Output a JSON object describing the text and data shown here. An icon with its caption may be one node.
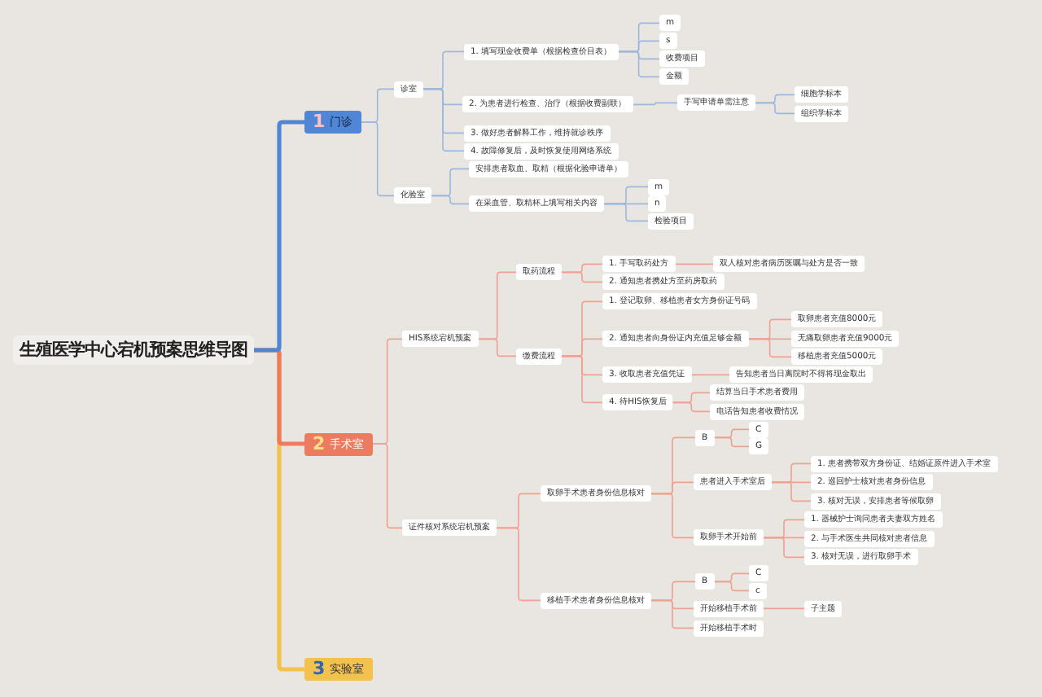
{
  "diagram": {
    "nodes": [
      {
        "text": [
          "生殖医学中心宕机预案思维导图"
        ]
      },
      {
        "text": [
          "1",
          "门诊"
        ]
      },
      {
        "text": [
          "诊室"
        ]
      },
      {
        "text": [
          "1. 填写现金收费单（根据检查价目表）"
        ]
      },
      {
        "text": [
          "m"
        ]
      },
      {
        "text": [
          "s"
        ]
      },
      {
        "text": [
          "收费项目"
        ]
      },
      {
        "text": [
          "金额"
        ]
      },
      {
        "text": [
          "2. 为患者进行检查、治疗（根据收费副联）"
        ]
      },
      {
        "text": [
          "手写申请单需注意"
        ]
      },
      {
        "text": [
          "细胞学标本"
        ]
      },
      {
        "text": [
          "组织学标本"
        ]
      },
      {
        "text": [
          "3. 做好患者解释工作，维持就诊秩序"
        ]
      },
      {
        "text": [
          "4. 故障修复后，及时恢复使用网络系统"
        ]
      },
      {
        "text": [
          "化验室"
        ]
      },
      {
        "text": [
          "安排患者取血、取精（根据化验申请单）"
        ]
      },
      {
        "text": [
          "在采血管、取精杯上填写相关内容"
        ]
      },
      {
        "text": [
          "m"
        ]
      },
      {
        "text": [
          "n"
        ]
      },
      {
        "text": [
          "检验项目"
        ]
      },
      {
        "text": [
          "2",
          "手术室"
        ]
      },
      {
        "text": [
          "HIS系统宕机预案"
        ]
      },
      {
        "text": [
          "取药流程"
        ]
      },
      {
        "text": [
          "1. 手写取药处方"
        ]
      },
      {
        "text": [
          "双人核对患者病历医嘱与处方是否一致"
        ]
      },
      {
        "text": [
          "2. 通知患者携处方至药房取药"
        ]
      },
      {
        "text": [
          "缴费流程"
        ]
      },
      {
        "text": [
          "1. 登记取卵、移植患者女方身份证号码"
        ]
      },
      {
        "text": [
          "2. 通知患者向身份证内充值足够金额"
        ]
      },
      {
        "text": [
          "取卵患者充值8000元"
        ]
      },
      {
        "text": [
          "无痛取卵患者充值9000元"
        ]
      },
      {
        "text": [
          "移植患者充值5000元"
        ]
      },
      {
        "text": [
          "3. 收取患者充值凭证"
        ]
      },
      {
        "text": [
          "告知患者当日离院时不得将现金取出"
        ]
      },
      {
        "text": [
          "4. 待HIS恢复后"
        ]
      },
      {
        "text": [
          "结算当日手术患者费用"
        ]
      },
      {
        "text": [
          "电话告知患者收费情况"
        ]
      },
      {
        "text": [
          "证件核对系统宕机预案"
        ]
      },
      {
        "text": [
          "取卵手术患者身份信息核对"
        ]
      },
      {
        "text": [
          "B"
        ]
      },
      {
        "text": [
          "C"
        ]
      },
      {
        "text": [
          "G"
        ]
      },
      {
        "text": [
          "患者进入手术室后"
        ]
      },
      {
        "text": [
          "1. 患者携带双方身份证、结婚证原件进入手术室"
        ]
      },
      {
        "text": [
          "2. 巡回护士核对患者身份信息"
        ]
      },
      {
        "text": [
          "3. 核对无误，安排患者等候取卵"
        ]
      },
      {
        "text": [
          "取卵手术开始前"
        ]
      },
      {
        "text": [
          "1. 器械护士询问患者夫妻双方姓名"
        ]
      },
      {
        "text": [
          "2. 与手术医生共同核对患者信息"
        ]
      },
      {
        "text": [
          "3. 核对无误，进行取卵手术"
        ]
      },
      {
        "text": [
          "移植手术患者身份信息核对"
        ]
      },
      {
        "text": [
          "B"
        ]
      },
      {
        "text": [
          "C"
        ]
      },
      {
        "text": [
          "c"
        ]
      },
      {
        "text": [
          "开始移植手术前"
        ]
      },
      {
        "text": [
          "子主题"
        ]
      },
      {
        "text": [
          "开始移植手术时"
        ]
      },
      {
        "text": [
          "3",
          "实验室"
        ]
      }
    ],
    "edges": [
      {
        "from": 0,
        "to": 1,
        "arrow": "none",
        "style": "thick",
        "color": "#4f86d6"
      },
      {
        "from": 0,
        "to": 20,
        "arrow": "none",
        "style": "thick",
        "color": "#ec7b5f"
      },
      {
        "from": 0,
        "to": 57,
        "arrow": "none",
        "style": "thick",
        "color": "#f2c14e"
      },
      {
        "from": 1,
        "to": 2,
        "arrow": "none",
        "color": "#9ab7df"
      },
      {
        "from": 1,
        "to": 14,
        "arrow": "none",
        "color": "#9ab7df"
      },
      {
        "from": 2,
        "to": 3,
        "arrow": "none",
        "color": "#9ab7df"
      },
      {
        "from": 2,
        "to": 8,
        "arrow": "none",
        "color": "#9ab7df"
      },
      {
        "from": 2,
        "to": 12,
        "arrow": "none",
        "color": "#9ab7df"
      },
      {
        "from": 2,
        "to": 13,
        "arrow": "none",
        "color": "#9ab7df"
      },
      {
        "from": 3,
        "to": 4,
        "arrow": "none",
        "color": "#9ab7df"
      },
      {
        "from": 3,
        "to": 5,
        "arrow": "none",
        "color": "#9ab7df"
      },
      {
        "from": 3,
        "to": 6,
        "arrow": "none",
        "color": "#9ab7df"
      },
      {
        "from": 3,
        "to": 7,
        "arrow": "none",
        "color": "#9ab7df"
      },
      {
        "from": 8,
        "to": 9,
        "arrow": "none",
        "color": "#9ab7df"
      },
      {
        "from": 9,
        "to": 10,
        "arrow": "none",
        "color": "#9ab7df"
      },
      {
        "from": 9,
        "to": 11,
        "arrow": "none",
        "color": "#9ab7df"
      },
      {
        "from": 14,
        "to": 15,
        "arrow": "none",
        "color": "#9ab7df"
      },
      {
        "from": 14,
        "to": 16,
        "arrow": "none",
        "color": "#9ab7df"
      },
      {
        "from": 16,
        "to": 17,
        "arrow": "none",
        "color": "#9ab7df"
      },
      {
        "from": 16,
        "to": 18,
        "arrow": "none",
        "color": "#9ab7df"
      },
      {
        "from": 16,
        "to": 19,
        "arrow": "none",
        "color": "#9ab7df"
      },
      {
        "from": 20,
        "to": 21,
        "arrow": "none"
      },
      {
        "from": 20,
        "to": 37,
        "arrow": "none"
      },
      {
        "from": 21,
        "to": 22,
        "arrow": "none"
      },
      {
        "from": 21,
        "to": 26,
        "arrow": "none"
      },
      {
        "from": 22,
        "to": 23,
        "arrow": "none"
      },
      {
        "from": 22,
        "to": 25,
        "arrow": "none"
      },
      {
        "from": 23,
        "to": 24,
        "arrow": "none"
      },
      {
        "from": 26,
        "to": 27,
        "arrow": "none"
      },
      {
        "from": 26,
        "to": 28,
        "arrow": "none"
      },
      {
        "from": 26,
        "to": 32,
        "arrow": "none"
      },
      {
        "from": 26,
        "to": 34,
        "arrow": "none"
      },
      {
        "from": 28,
        "to": 29,
        "arrow": "none"
      },
      {
        "from": 28,
        "to": 30,
        "arrow": "none"
      },
      {
        "from": 28,
        "to": 31,
        "arrow": "none"
      },
      {
        "from": 32,
        "to": 33,
        "arrow": "none"
      },
      {
        "from": 34,
        "to": 35,
        "arrow": "none"
      },
      {
        "from": 34,
        "to": 36,
        "arrow": "none"
      },
      {
        "from": 37,
        "to": 38,
        "arrow": "none"
      },
      {
        "from": 37,
        "to": 50,
        "arrow": "none"
      },
      {
        "from": 38,
        "to": 39,
        "arrow": "none"
      },
      {
        "from": 38,
        "to": 42,
        "arrow": "none"
      },
      {
        "from": 38,
        "to": 46,
        "arrow": "none"
      },
      {
        "from": 39,
        "to": 40,
        "arrow": "none"
      },
      {
        "from": 39,
        "to": 41,
        "arrow": "none"
      },
      {
        "from": 42,
        "to": 43,
        "arrow": "none"
      },
      {
        "from": 42,
        "to": 44,
        "arrow": "none"
      },
      {
        "from": 42,
        "to": 45,
        "arrow": "none"
      },
      {
        "from": 46,
        "to": 47,
        "arrow": "none"
      },
      {
        "from": 46,
        "to": 48,
        "arrow": "none"
      },
      {
        "from": 46,
        "to": 49,
        "arrow": "none"
      },
      {
        "from": 50,
        "to": 51,
        "arrow": "none"
      },
      {
        "from": 50,
        "to": 54,
        "arrow": "none"
      },
      {
        "from": 50,
        "to": 56,
        "arrow": "none"
      },
      {
        "from": 51,
        "to": 52,
        "arrow": "none"
      },
      {
        "from": 51,
        "to": 53,
        "arrow": "none"
      },
      {
        "from": 54,
        "to": 55,
        "arrow": "none"
      }
    ]
  }
}
